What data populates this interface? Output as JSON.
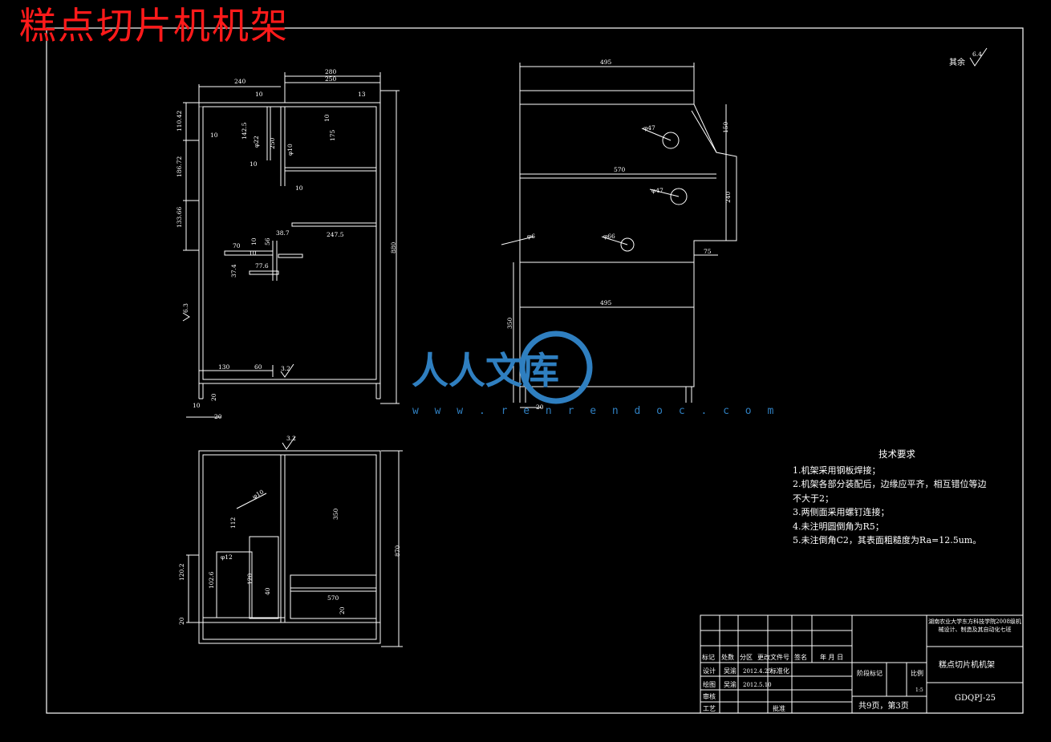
{
  "drawing_title": "糕点切片机机架",
  "surface_note": {
    "label": "其余",
    "value": "6.4"
  },
  "watermark": {
    "brand": "人人文库",
    "url": "w w w . r e n r e n d o c . c o m"
  },
  "tech_requirements": {
    "title": "技术要求",
    "items": [
      "1.机架采用钢板焊接；",
      "2.机架各部分装配后，边缘应平齐，相互错位等边",
      "不大于2；",
      "3.两侧面采用螺钉连接；",
      "4.未注明圆倒角为R5；",
      "5.未注倒角C2，其表面粗糙度为Ra=12.5um。"
    ]
  },
  "title_block": {
    "school": "湖南农业大学东方科技学院2008级机械设计、制造及其自动化七班",
    "part_name": "糕点切片机机架",
    "drawing_no": "GDQPJ-25",
    "sheets": "共9页，第3页",
    "scale": "比例",
    "scale_value": "1:5",
    "stage_label": "阶段标记",
    "headers": [
      "标记",
      "处数",
      "分区",
      "更改文件号",
      "签名",
      "年 月 日"
    ],
    "rows": [
      {
        "role": "设计",
        "name": "吴渝",
        "date": "2012.4.25",
        "std_label": "标准化"
      },
      {
        "role": "绘图",
        "name": "吴渝",
        "date": "2012.5.10"
      },
      {
        "role": "审核"
      },
      {
        "role": "工艺",
        "approve_label": "批准"
      }
    ]
  },
  "dimensions": {
    "front": [
      "240",
      "280",
      "250",
      "10",
      "13",
      "110.42",
      "10",
      "142.5",
      "φ22",
      "250",
      "φ10",
      "10",
      "175",
      "10",
      "10",
      "186.72",
      "133.66",
      "10",
      "247.5",
      "38.7",
      "56",
      "880",
      "70",
      "10",
      "77.6",
      "37.4",
      "6.3",
      "130",
      "60",
      "3.2",
      "20",
      "10",
      "20"
    ],
    "side": [
      "495",
      "150",
      "570",
      "φ47",
      "φ47",
      "240",
      "φ6",
      "φ66",
      "75",
      "350",
      "495",
      "20"
    ],
    "plan": [
      "3.2",
      "φ10",
      "112",
      "φ12",
      "102.6",
      "120.2",
      "120",
      "40",
      "350",
      "870",
      "570",
      "20",
      "20"
    ]
  }
}
